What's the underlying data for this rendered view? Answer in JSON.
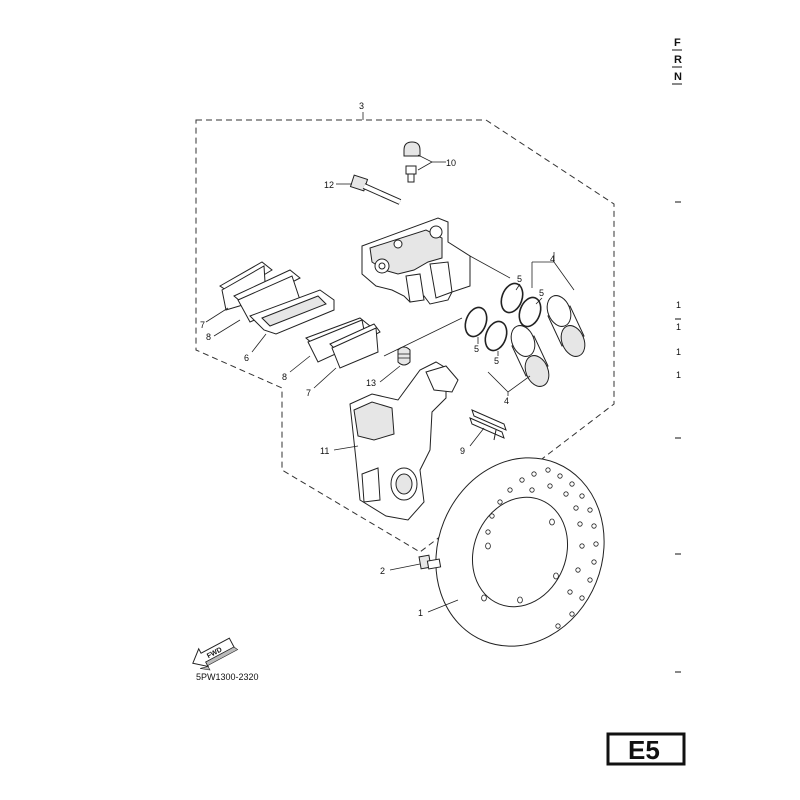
{
  "callouts": {
    "c1": "1",
    "c2": "2",
    "c3": "3",
    "c4a": "4",
    "c4b": "4",
    "c5a": "5",
    "c5b": "5",
    "c5c": "5",
    "c5d": "5",
    "c6": "6",
    "c7a": "7",
    "c7b": "7",
    "c8a": "8",
    "c8b": "8",
    "c9": "9",
    "c10": "10",
    "c11": "11",
    "c12": "12",
    "c13": "13"
  },
  "fwd_label": "FWD",
  "part_number": "5PW1300-2320",
  "edge_letters": [
    "F",
    "R",
    "N"
  ],
  "edge_marks": [
    "1",
    "1",
    "1",
    "1"
  ],
  "page_badge": "E5"
}
